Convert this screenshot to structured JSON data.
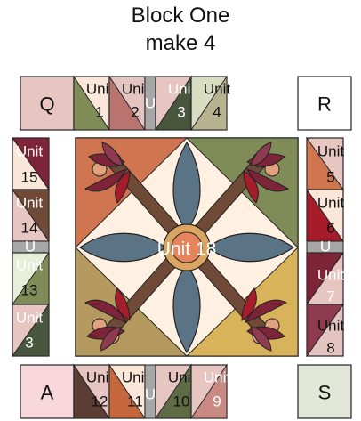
{
  "title": {
    "line1": "Block One",
    "line2": "make 4"
  },
  "top_row": {
    "q": "Q",
    "r": "R",
    "u": "U",
    "units": [
      {
        "word": "Unit",
        "num": "1"
      },
      {
        "word": "Unit",
        "num": "2"
      },
      {
        "word": "Unit",
        "num": "3"
      },
      {
        "word": "Unit",
        "num": "4"
      }
    ]
  },
  "left_column": {
    "u": "U",
    "units": [
      {
        "word": "Unit",
        "num": "15"
      },
      {
        "word": "Unit",
        "num": "14"
      },
      {
        "word": "Unit",
        "num": "13"
      },
      {
        "word": "Unit",
        "num": "3"
      }
    ]
  },
  "right_column": {
    "u": "U",
    "units": [
      {
        "word": "Unit",
        "num": "5"
      },
      {
        "word": "Unit",
        "num": "6"
      },
      {
        "word": "Unit",
        "num": "7"
      },
      {
        "word": "Unit",
        "num": "8"
      }
    ]
  },
  "bottom_row": {
    "a": "A",
    "s": "S",
    "u": "U",
    "units": [
      {
        "word": "Unit",
        "num": "12"
      },
      {
        "word": "Unit",
        "num": "11"
      },
      {
        "word": "Unit",
        "num": "10"
      },
      {
        "word": "Unit",
        "num": "9"
      }
    ]
  },
  "center": {
    "label": "Unit 18"
  },
  "colors": {
    "corner_pink": "#e7c6c1",
    "corner_pale": "#f7d6dc",
    "olive": "#7f8c57",
    "rose": "#ba7470",
    "dark_green": "#48563e",
    "light_green": "#d8ddc2",
    "maroon": "#7e2438",
    "red": "#a51c2b",
    "slate_blue": "#5a7485",
    "copper": "#cf7650",
    "gold": "#d9b35a",
    "khaki": "#b49a5f",
    "brown": "#6f4a36",
    "cream": "#fff0e2",
    "sash": "#a7a7a7"
  }
}
